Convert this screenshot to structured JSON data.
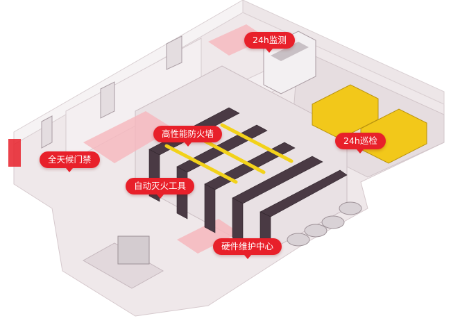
{
  "labels": {
    "monitoring": "24h监测",
    "firewall": "高性能防火墙",
    "inspection": "24h巡检",
    "access_control": "全天候门禁",
    "fire_suppression": "自动灭火工具",
    "hardware_center": "硬件维护中心"
  },
  "colors": {
    "accent_red": "#e8202a",
    "floor": "#efe8ea",
    "wall": "#f6f3f4",
    "rack": "#4a3a44",
    "generator": "#f2c81a",
    "highlight_pink": "#f6b7bd"
  }
}
